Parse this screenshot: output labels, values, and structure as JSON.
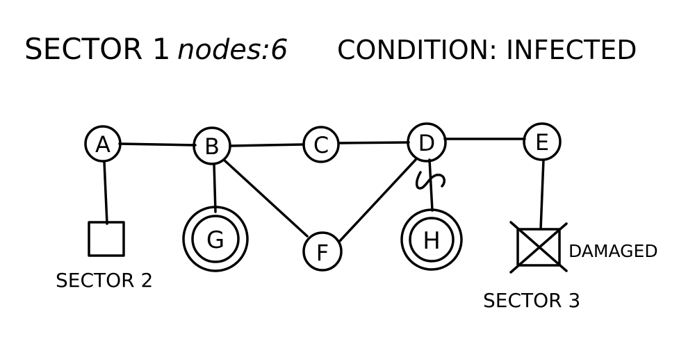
{
  "header": {
    "sector": "SECTOR 1",
    "nodes": "nodes:6",
    "condition": "CONDITION: INFECTED"
  },
  "nodes": {
    "A": "A",
    "B": "B",
    "C": "C",
    "D": "D",
    "E": "E",
    "F": "F",
    "G": "G",
    "H": "H"
  },
  "labels": {
    "sector2": "SECTOR 2",
    "sector3": "SECTOR 3",
    "damaged": "DAMAGED"
  }
}
